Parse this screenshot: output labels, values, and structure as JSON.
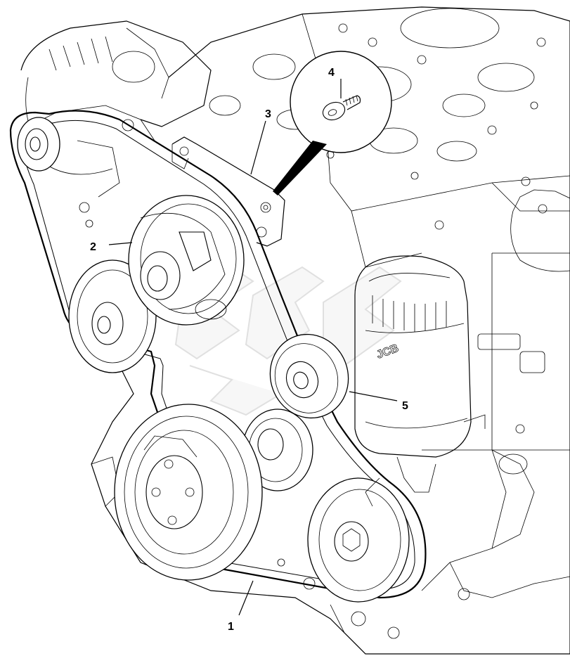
{
  "diagram": {
    "callouts": [
      {
        "id": "1",
        "label": "1"
      },
      {
        "id": "2",
        "label": "2"
      },
      {
        "id": "3",
        "label": "3"
      },
      {
        "id": "4",
        "label": "4"
      },
      {
        "id": "5",
        "label": "5"
      }
    ],
    "logo_text": "JCB",
    "icons": [
      "drive-belt-icon",
      "tensioner-pulley-icon",
      "idler-pulley-icon",
      "bolt-icon",
      "crank-pulley-icon",
      "alternator-icon",
      "water-pump-icon",
      "oil-filter-icon",
      "engine-block-icon"
    ]
  }
}
